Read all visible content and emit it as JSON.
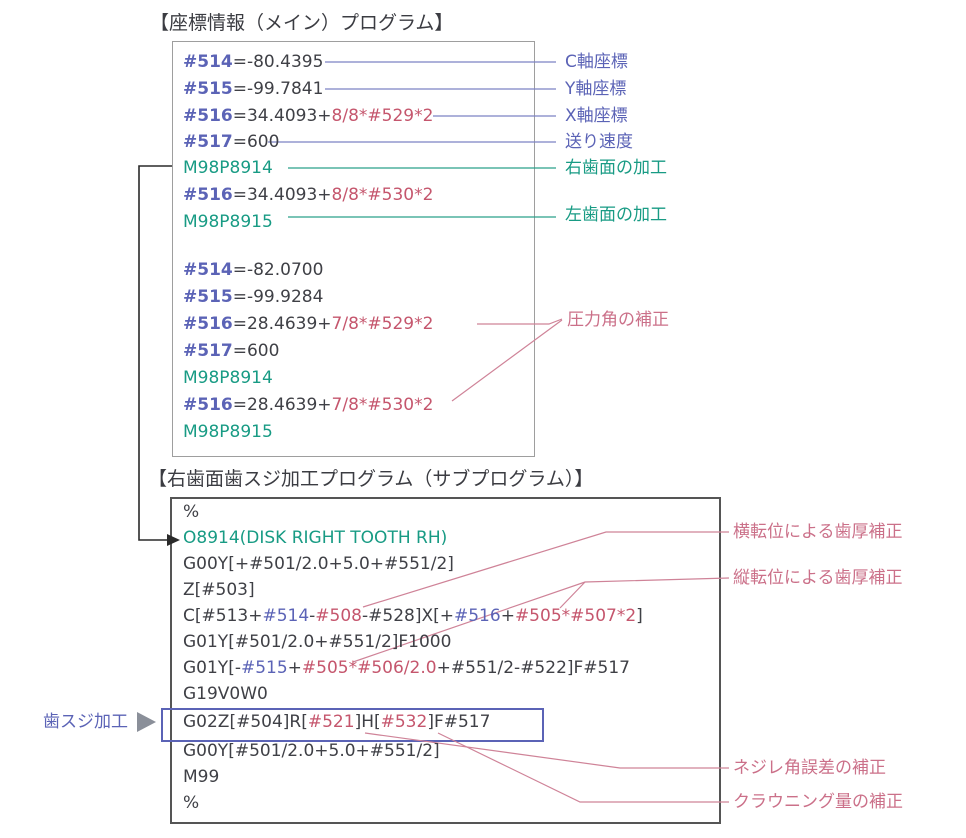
{
  "titles": {
    "main": "【座標情報（メイン）プログラム】",
    "sub": "【右歯面歯スジ加工プログラム（サブプログラム）】"
  },
  "palette": {
    "variable_blue": "#5b63b6",
    "code_gray": "#3f4046",
    "correction_pink": "#c5566d",
    "subcall_teal": "#189b84",
    "annotation_pink": "#cb7089",
    "line_blue": "#7c82c4",
    "line_teal": "#2aa08a",
    "line_pink": "#cf8398",
    "connector_black": "#2a2a2a",
    "triangle_gray": "#8a8f99",
    "highlight_border": "#5b63b6",
    "box_border_light": "#9e9e9e",
    "box_border_dark": "#555555"
  },
  "main_program": {
    "lines": [
      {
        "segments": [
          [
            "var",
            "#514"
          ],
          [
            "num",
            "=-80.4395"
          ]
        ]
      },
      {
        "segments": [
          [
            "var",
            "#515"
          ],
          [
            "num",
            "=-99.7841"
          ]
        ]
      },
      {
        "segments": [
          [
            "var",
            "#516"
          ],
          [
            "num",
            "=34.4093+"
          ],
          [
            "corr",
            "8/8*#529*2"
          ]
        ]
      },
      {
        "segments": [
          [
            "var",
            "#517"
          ],
          [
            "num",
            "=600"
          ]
        ]
      },
      {
        "segments": [
          [
            "call",
            "M98P8914"
          ]
        ]
      },
      {
        "segments": [
          [
            "var",
            "#516"
          ],
          [
            "num",
            "=34.4093+"
          ],
          [
            "corr",
            "8/8*#530*2"
          ]
        ]
      },
      {
        "segments": [
          [
            "call",
            "M98P8915"
          ]
        ]
      },
      {
        "segments": [
          [
            "var",
            "#514"
          ],
          [
            "num",
            "=-82.0700"
          ]
        ]
      },
      {
        "segments": [
          [
            "var",
            "#515"
          ],
          [
            "num",
            "=-99.9284"
          ]
        ]
      },
      {
        "segments": [
          [
            "var",
            "#516"
          ],
          [
            "num",
            "=28.4639+"
          ],
          [
            "corr",
            "7/8*#529*2"
          ]
        ]
      },
      {
        "segments": [
          [
            "var",
            "#517"
          ],
          [
            "num",
            "=600"
          ]
        ]
      },
      {
        "segments": [
          [
            "call",
            "M98P8914"
          ]
        ]
      },
      {
        "segments": [
          [
            "var",
            "#516"
          ],
          [
            "num",
            "=28.4639+"
          ],
          [
            "corr",
            "7/8*#530*2"
          ]
        ]
      },
      {
        "segments": [
          [
            "call",
            "M98P8915"
          ]
        ]
      }
    ]
  },
  "sub_program": {
    "lines": [
      {
        "segments": [
          [
            "num",
            "%"
          ]
        ]
      },
      {
        "segments": [
          [
            "call",
            "O8914(DISK RIGHT TOOTH RH)"
          ]
        ]
      },
      {
        "segments": [
          [
            "num",
            "G00Y[+#501/2.0+5.0+#551/2]"
          ]
        ]
      },
      {
        "segments": [
          [
            "num",
            "Z[#503]"
          ]
        ]
      },
      {
        "segments": [
          [
            "num",
            "C[#513+"
          ],
          [
            "varr",
            "#514"
          ],
          [
            "num",
            "-"
          ],
          [
            "corr",
            "#508"
          ],
          [
            "num",
            "-#528]X[+"
          ],
          [
            "varr",
            "#516"
          ],
          [
            "num",
            "+"
          ],
          [
            "corr",
            "#505*#507*2"
          ],
          [
            "num",
            "]"
          ]
        ]
      },
      {
        "segments": [
          [
            "num",
            "G01Y[#501/2.0+#551/2]F1000"
          ]
        ]
      },
      {
        "segments": [
          [
            "num",
            "G01Y[-"
          ],
          [
            "varr",
            "#515"
          ],
          [
            "num",
            "+"
          ],
          [
            "corr",
            "#505*#506/2.0"
          ],
          [
            "num",
            "+#551/2-#522]F#517"
          ]
        ]
      },
      {
        "segments": [
          [
            "num",
            "G19V0W0"
          ]
        ]
      },
      {
        "segments": [
          [
            "num",
            "G02Z[#504]R["
          ],
          [
            "corr",
            "#521"
          ],
          [
            "num",
            "]H["
          ],
          [
            "corr",
            "#532"
          ],
          [
            "num",
            "]F#517"
          ]
        ]
      },
      {
        "segments": [
          [
            "num",
            "G00Y[#501/2.0+5.0+#551/2]"
          ]
        ]
      },
      {
        "segments": [
          [
            "num",
            "M99"
          ]
        ]
      },
      {
        "segments": [
          [
            "num",
            "%"
          ]
        ]
      }
    ]
  },
  "annotations": {
    "right_top": [
      {
        "id": "c-axis-coordinate",
        "text": "C軸座標",
        "color": "blue"
      },
      {
        "id": "y-axis-coordinate",
        "text": "Y軸座標",
        "color": "blue"
      },
      {
        "id": "x-axis-coordinate",
        "text": "X軸座標",
        "color": "blue"
      },
      {
        "id": "feed-rate",
        "text": "送り速度",
        "color": "blue"
      },
      {
        "id": "right-tooth-face-machining",
        "text": "右歯面の加工",
        "color": "teal"
      },
      {
        "id": "left-tooth-face-machining",
        "text": "左歯面の加工",
        "color": "teal"
      },
      {
        "id": "pressure-angle-correction",
        "text": "圧力角の補正",
        "color": "pink"
      }
    ],
    "right_bottom": [
      {
        "id": "lateral-shift-tooth-thickness-correction",
        "text": "横転位による歯厚補正",
        "color": "pink"
      },
      {
        "id": "vertical-shift-tooth-thickness-correction",
        "text": "縦転位による歯厚補正",
        "color": "pink"
      },
      {
        "id": "helix-angle-error-correction",
        "text": "ネジレ角誤差の補正",
        "color": "pink"
      },
      {
        "id": "crowning-amount-correction",
        "text": "クラウニング量の補正",
        "color": "pink"
      }
    ],
    "left": {
      "id": "tooth-trace-machining",
      "text": "歯スジ加工"
    }
  }
}
